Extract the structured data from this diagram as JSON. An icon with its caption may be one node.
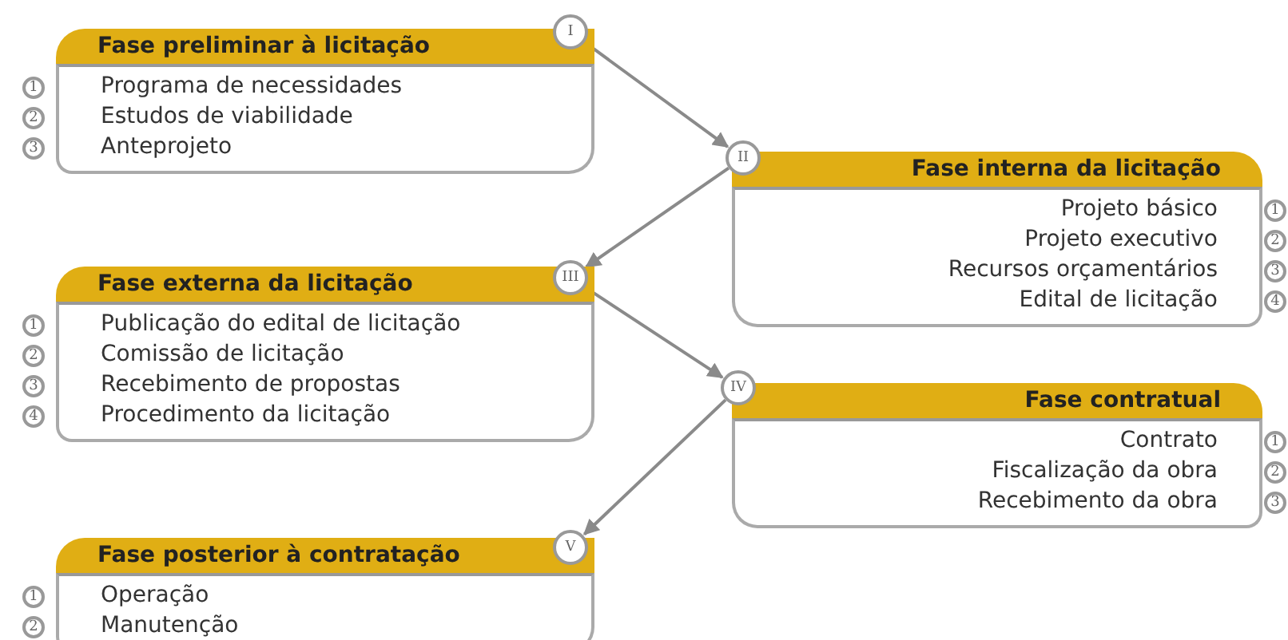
{
  "diagram": {
    "nodes": [
      {
        "text": [
          "Fase preliminar à licitação",
          "Programa de necessidades",
          "Estudos de viabilidade",
          "Anteprojeto"
        ]
      },
      {
        "text": [
          "I"
        ]
      },
      {
        "text": [
          "1"
        ]
      },
      {
        "text": [
          "2"
        ]
      },
      {
        "text": [
          "3"
        ]
      },
      {
        "text": [
          "Fase interna da licitação",
          "Projeto básico",
          "Projeto executivo",
          "Recursos orçamentários",
          "Edital de licitação"
        ]
      },
      {
        "text": [
          "II"
        ]
      },
      {
        "text": [
          "1"
        ]
      },
      {
        "text": [
          "2"
        ]
      },
      {
        "text": [
          "3"
        ]
      },
      {
        "text": [
          "4"
        ]
      },
      {
        "text": [
          "Fase externa da licitação",
          "Publicação do edital de licitação",
          "Comissão de licitação",
          "Recebimento de propostas",
          "Procedimento da licitação"
        ]
      },
      {
        "text": [
          "III"
        ]
      },
      {
        "text": [
          "1"
        ]
      },
      {
        "text": [
          "2"
        ]
      },
      {
        "text": [
          "3"
        ]
      },
      {
        "text": [
          "4"
        ]
      },
      {
        "text": [
          "Fase contratual",
          "Contrato",
          "Fiscalização da obra",
          "Recebimento da obra"
        ]
      },
      {
        "text": [
          "IV"
        ]
      },
      {
        "text": [
          "1"
        ]
      },
      {
        "text": [
          "2"
        ]
      },
      {
        "text": [
          "3"
        ]
      },
      {
        "text": [
          "Fase posterior à contratação",
          "Operação",
          "Manutenção"
        ]
      },
      {
        "text": [
          "V"
        ]
      },
      {
        "text": [
          "1"
        ]
      },
      {
        "text": [
          "2"
        ]
      }
    ],
    "edges": [
      {
        "from": 1,
        "to": 6,
        "arrow": "to"
      },
      {
        "from": 6,
        "to": 12,
        "arrow": "to"
      },
      {
        "from": 12,
        "to": 18,
        "arrow": "to"
      },
      {
        "from": 18,
        "to": 23,
        "arrow": "to"
      }
    ]
  }
}
